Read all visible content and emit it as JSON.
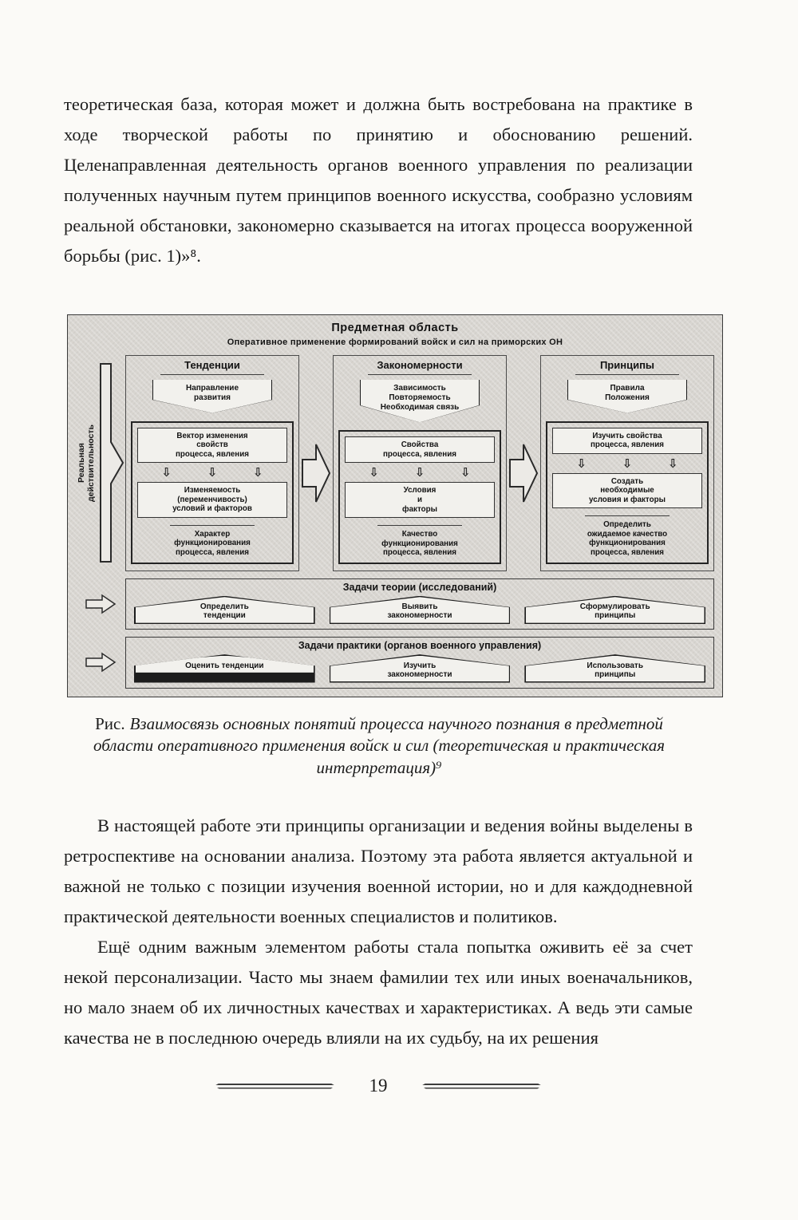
{
  "body": {
    "p1": "теоретическая база, которая может и должна быть востребована на практике в ходе творческой работы по принятию и обоснованию решений. Целенаправленная деятельность органов военного управления по реализации полученных научным путем принципов военного искусства, сообразно условиям реальной обстановки, закономерно сказывается на итогах процесса вооруженной борьбы (рис. 1)»⁸.",
    "p2": "В настоящей работе эти принципы организации и ведения войны выделены в ретроспективе на основании анализа. Поэтому эта работа является актуальной и важной не только с позиции изучения военной истории, но и для каждодневной практической деятельности военных специалистов и политиков.",
    "p3": "Ещё одним важным элементом работы стала попытка оживить её за счет некой персонализации. Часто мы знаем фамилии тех или иных военачальников, но мало знаем об их личностных качествах и характеристиках. А ведь эти самые качества не в последнюю очередь влияли на их судьбу, на их решения"
  },
  "figure": {
    "title": "Предметная область",
    "subtitle": "Оперативное применение формирований войск и сил на приморских ОН",
    "left_label": "Реальная\nдействительность",
    "columns": [
      {
        "header": "Тенденции",
        "top_box": "Направление\nразвития",
        "boxes": [
          "Вектор изменения\nсвойств\nпроцесса, явления",
          "Изменяемость\n(переменчивость)\nусловий и факторов",
          "Характер\nфункционирования\nпроцесса, явления"
        ]
      },
      {
        "header": "Закономерности",
        "top_box": "Зависимость\nПовторяемость\nНеобходимая связь",
        "boxes": [
          "Свойства\nпроцесса, явления",
          "Условия\nи\nфакторы",
          "Качество\nфункционирования\nпроцесса, явления"
        ]
      },
      {
        "header": "Принципы",
        "top_box": "Правила\nПоложения",
        "boxes": [
          "Изучить свойства\nпроцесса, явления",
          "Создать\nнеобходимые\nусловия и факторы",
          "Определить\nожидаемое качество\nфункционирования\nпроцесса, явления"
        ]
      }
    ],
    "theory_band": {
      "header": "Задачи теории (исследований)",
      "items": [
        "Определить\nтенденции",
        "Выявить\nзакономерности",
        "Сформулировать\nпринципы"
      ]
    },
    "practice_band": {
      "header": "Задачи практики (органов военного управления)",
      "items": [
        "Оценить тенденции",
        "Изучить\nзакономерности",
        "Использовать\nпринципы"
      ]
    }
  },
  "caption": {
    "label": "Рис.",
    "text": "Взаимосвязь основных понятий процесса научного познания в предметной области оперативного применения войск и сил (теоретическая и практическая интерпретация)⁹"
  },
  "icons": {
    "down_arrow": "⇩"
  },
  "footer": {
    "page_number": "19"
  }
}
